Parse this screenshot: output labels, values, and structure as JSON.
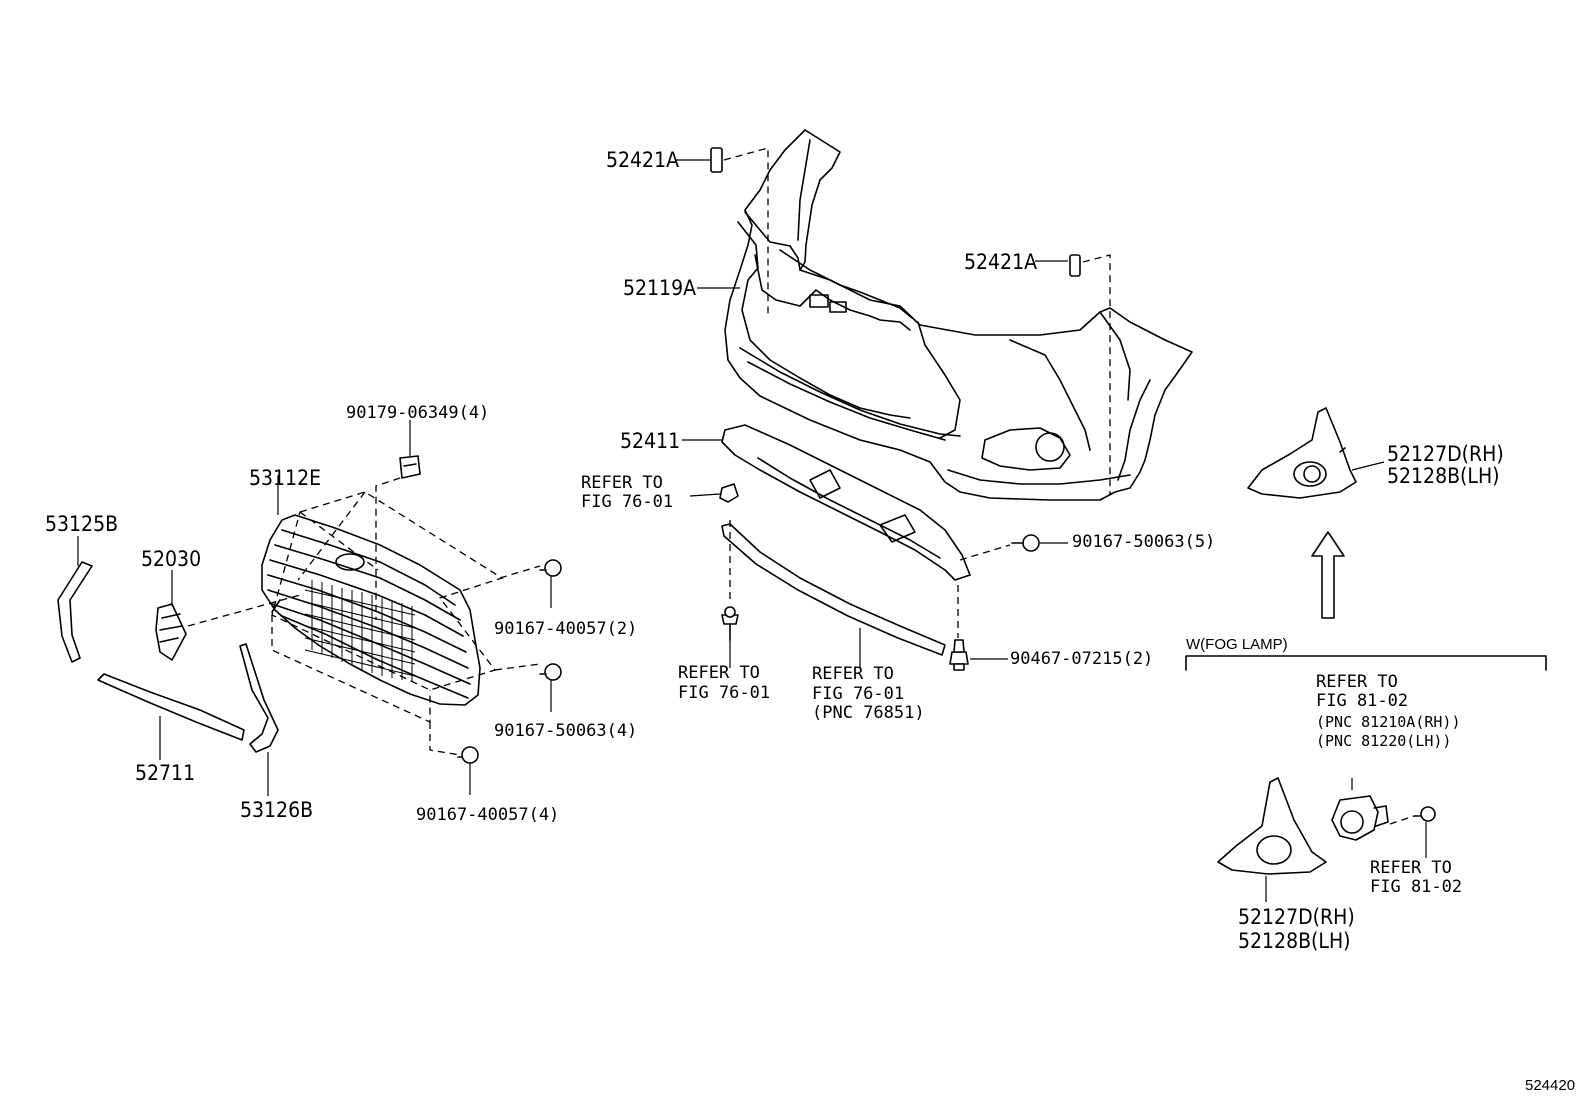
{
  "labels": {
    "p52421A_top": "52421A",
    "p52119A": "52119A",
    "p52421A_right": "52421A",
    "p52411": "52411",
    "refer_76_01_a_line1": "REFER TO",
    "refer_76_01_a_line2": "FIG 76-01",
    "p90167_50063_5": "90167-50063(5)",
    "p52127D_top": "52127D(RH)",
    "p52128B_top": "52128B(LH)",
    "p90179_06349": "90179-06349(4)",
    "p53112E": "53112E",
    "p53125B": "53125B",
    "p52030": "52030",
    "p90167_40057_2": "90167-40057(2)",
    "p90167_50063_4": "90167-50063(4)",
    "p90167_40057_4": "90167-40057(4)",
    "p52711": "52711",
    "p53126B": "53126B",
    "refer_76_01_b_line1": "REFER TO",
    "refer_76_01_b_line2": "FIG 76-01",
    "refer_76851_line1": "REFER TO",
    "refer_76851_line2": "FIG 76-01",
    "refer_76851_line3": "(PNC 76851)",
    "p90467_07215": "90467-07215(2)",
    "fog_lamp_header": "W(FOG LAMP)",
    "refer_81_02_a_line1": "REFER TO",
    "refer_81_02_a_line2": "FIG 81-02",
    "refer_81_02_a_line3": "(PNC 81210A(RH))",
    "refer_81_02_a_line4": "(PNC 81220(LH))",
    "refer_81_02_b_line1": "REFER TO",
    "refer_81_02_b_line2": "FIG 81-02",
    "p52127D_bottom": "52127D(RH)",
    "p52128B_bottom": "52128B(LH)",
    "diagram_id": "524420"
  }
}
